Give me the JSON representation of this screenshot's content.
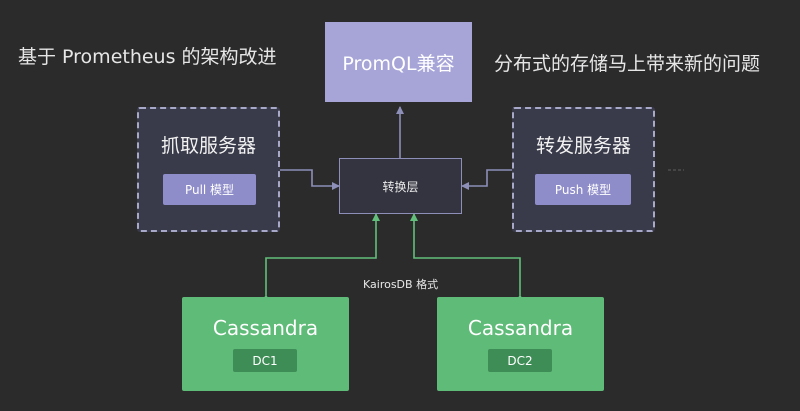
{
  "headings": {
    "left": "基于 Prometheus 的架构改进",
    "right": "分布式的存储马上带来新的问题"
  },
  "promql": {
    "label": "PromQL兼容"
  },
  "pull_server": {
    "title": "抓取服务器",
    "mode": "Pull 模型"
  },
  "push_server": {
    "title": "转发服务器",
    "mode": "Push 模型"
  },
  "transform": {
    "label": "转换层"
  },
  "storage_format": {
    "label": "KairosDB 格式"
  },
  "cassandra": [
    {
      "title": "Cassandra",
      "dc": "DC1"
    },
    {
      "title": "Cassandra",
      "dc": "DC2"
    }
  ],
  "colors": {
    "background": "#2b2b2c",
    "promql": "#a7a5d8",
    "chip": "#8e8cc9",
    "cassandra": "#5fbb78",
    "cassandra_chip": "#3f8d56",
    "arrow_purple": "#8d8fb8",
    "arrow_green": "#62bf7b"
  }
}
